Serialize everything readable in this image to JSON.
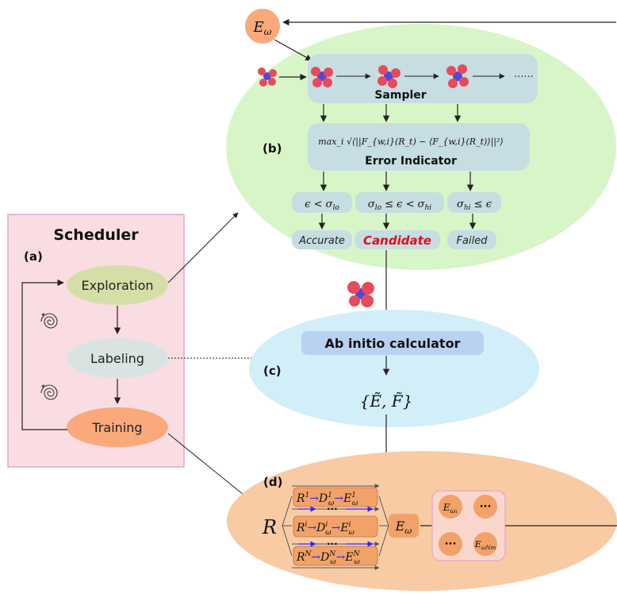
{
  "scheduler": {
    "title": "Scheduler",
    "panel_label": "(a)",
    "nodes": {
      "exploration": "Exploration",
      "labeling": "Labeling",
      "training": "Training"
    }
  },
  "exploration_panel": {
    "panel_label": "(b)",
    "model_label": "E_ω",
    "sampler_label": "Sampler",
    "sampler_continuation": "......",
    "error_formula": "max_i √⟨||F_{w,i}(R_t) − ⟨F_{w,i}(R_t)⟩||²⟩",
    "error_indicator_label": "Error Indicator",
    "conditions": [
      "ε < σ_lo",
      "σ_lo ≤ ε < σ_hi",
      "σ_hi ≤ ε"
    ],
    "outcomes": [
      "Accurate",
      "Candidate",
      "Failed"
    ]
  },
  "labeling_panel": {
    "panel_label": "(c)",
    "calculator_label": "Ab initio calculator",
    "output_label": "{Ẽ, F̃}"
  },
  "training_panel": {
    "panel_label": "(d)",
    "input_label": "R",
    "rows": [
      {
        "r": "R",
        "r_sup": "1",
        "d": "D",
        "d_sup": "1",
        "d_sub": "ω",
        "e": "E",
        "e_sup": "1",
        "e_sub": "ω"
      },
      {
        "r": "R",
        "r_sup": "i",
        "d": "D",
        "d_sup": "i",
        "d_sub": "ω",
        "e": "E",
        "e_sup": "i",
        "e_sub": "ω"
      },
      {
        "r": "R",
        "r_sup": "N",
        "d": "D",
        "d_sup": "N",
        "d_sub": "ω",
        "e": "E",
        "e_sup": "N",
        "e_sub": "ω"
      }
    ],
    "dots": "···",
    "output_label": "E_ω",
    "ensemble": {
      "first": "E_ω₁",
      "last": "E_ω_Nm",
      "ellipsis": "···"
    }
  },
  "colors": {
    "scheduler_bg": "#f9dde3",
    "scheduler_border": "#e0a8d8",
    "exploration_node": "#d6dea8",
    "labeling_node": "#d9e4e2",
    "training_node": "#f9a97c",
    "green_ellipse": "#d8f5c8",
    "blue_ellipse": "#d2eef9",
    "orange_ellipse": "#f9cba4",
    "sampler_box": "#c6dde2",
    "calculator_box": "#b9d2f2",
    "orange_box": "#f2a268",
    "candidate_red": "#e0101e",
    "atom_red": "#e84a5a",
    "atom_blue": "#4a4adf"
  }
}
